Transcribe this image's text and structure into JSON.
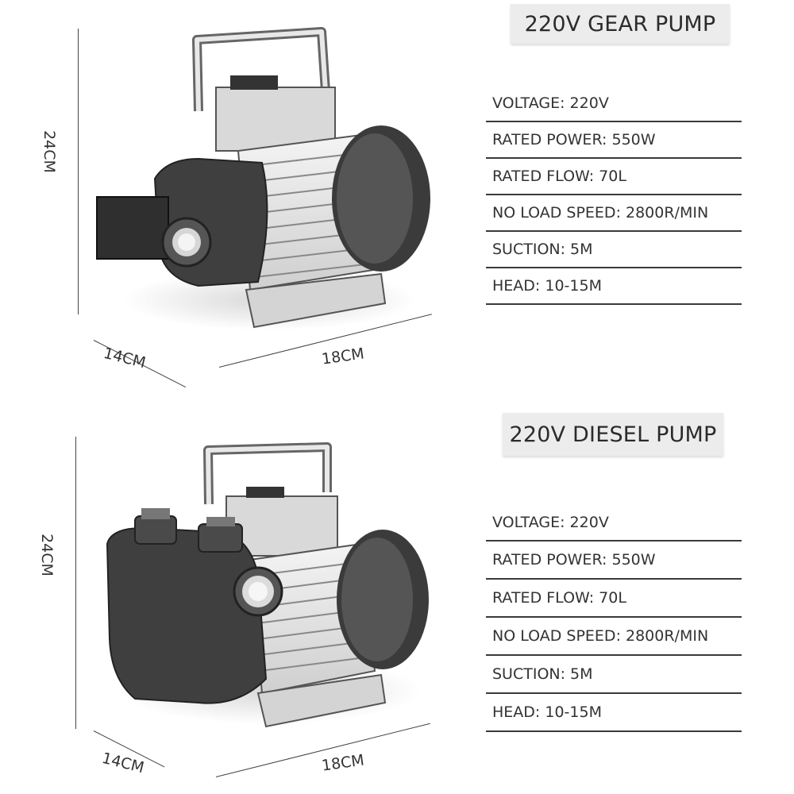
{
  "products": [
    {
      "title": "220V GEAR PUMP",
      "specs": [
        "VOLTAGE: 220V",
        "RATED POWER: 550W",
        "RATED FLOW: 70L",
        "NO LOAD SPEED: 2800R/MIN",
        "SUCTION: 5M",
        "HEAD: 10-15M"
      ],
      "dims": {
        "height": "24CM",
        "depth": "14CM",
        "width": "18CM"
      }
    },
    {
      "title": "220V DIESEL PUMP",
      "specs": [
        "VOLTAGE: 220V",
        "RATED POWER: 550W",
        "RATED FLOW: 70L",
        "NO LOAD SPEED: 2800R/MIN",
        "SUCTION: 5M",
        "HEAD: 10-15M"
      ],
      "dims": {
        "height": "24CM",
        "depth": "14CM",
        "width": "18CM"
      }
    }
  ]
}
